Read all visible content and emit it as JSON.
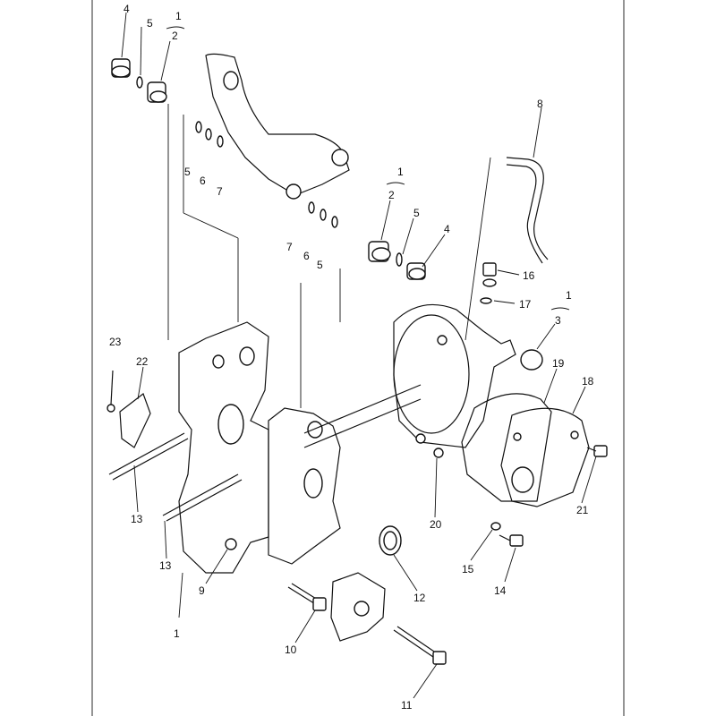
{
  "diagram": {
    "callouts": [
      {
        "id": "c4a",
        "text": "4"
      },
      {
        "id": "c5a",
        "text": "5"
      },
      {
        "id": "c1a",
        "text": "1"
      },
      {
        "id": "c2a",
        "text": "2"
      },
      {
        "id": "c5b",
        "text": "5"
      },
      {
        "id": "c6a",
        "text": "6"
      },
      {
        "id": "c7a",
        "text": "7"
      },
      {
        "id": "c7b",
        "text": "7"
      },
      {
        "id": "c6b",
        "text": "6"
      },
      {
        "id": "c5c",
        "text": "5"
      },
      {
        "id": "c1b",
        "text": "1"
      },
      {
        "id": "c2b",
        "text": "2"
      },
      {
        "id": "c5d",
        "text": "5"
      },
      {
        "id": "c4b",
        "text": "4"
      },
      {
        "id": "c8",
        "text": "8"
      },
      {
        "id": "c16",
        "text": "16"
      },
      {
        "id": "c17",
        "text": "17"
      },
      {
        "id": "c1c",
        "text": "1"
      },
      {
        "id": "c3",
        "text": "3"
      },
      {
        "id": "c23",
        "text": "23"
      },
      {
        "id": "c22",
        "text": "22"
      },
      {
        "id": "c19",
        "text": "19"
      },
      {
        "id": "c18",
        "text": "18"
      },
      {
        "id": "c13a",
        "text": "13"
      },
      {
        "id": "c13b",
        "text": "13"
      },
      {
        "id": "c21",
        "text": "21"
      },
      {
        "id": "c20",
        "text": "20"
      },
      {
        "id": "c9",
        "text": "9"
      },
      {
        "id": "c12",
        "text": "12"
      },
      {
        "id": "c15",
        "text": "15"
      },
      {
        "id": "c14",
        "text": "14"
      },
      {
        "id": "c1d",
        "text": "1"
      },
      {
        "id": "c10",
        "text": "10"
      },
      {
        "id": "c11",
        "text": "11"
      }
    ]
  }
}
